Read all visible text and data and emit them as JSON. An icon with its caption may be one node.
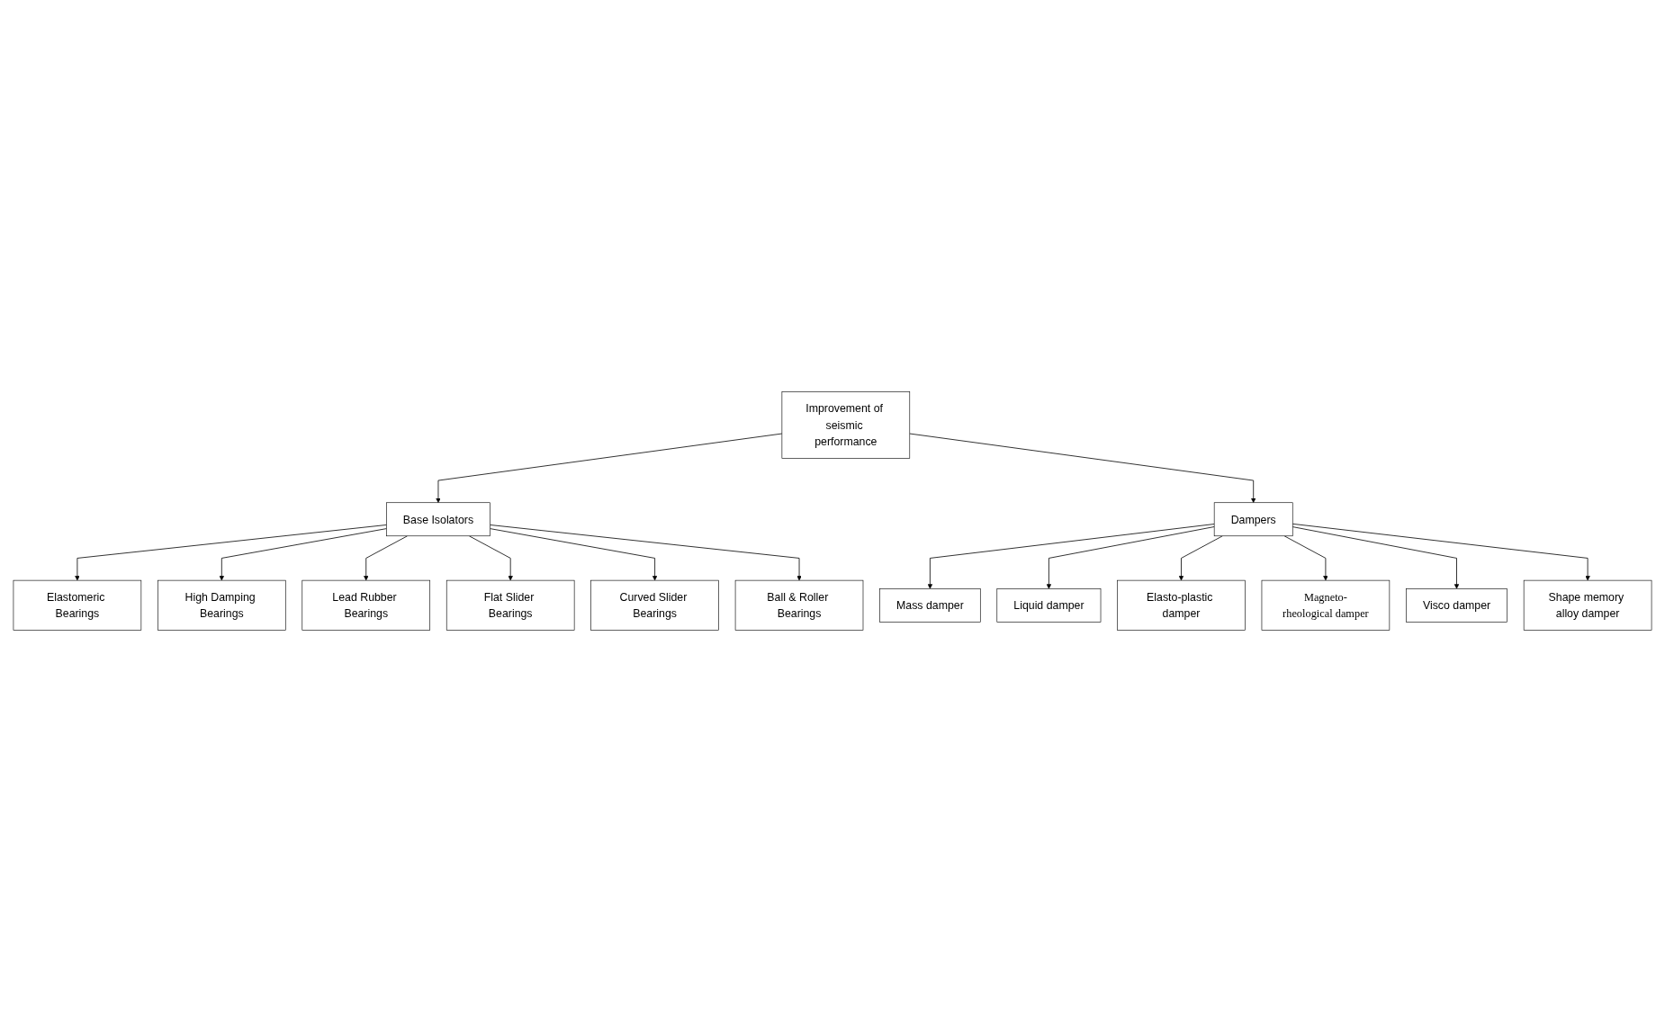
{
  "diagram": {
    "nodes": [
      {
        "text": [
          "Improvement of seismic performance"
        ]
      },
      {
        "text": [
          "Base Isolators"
        ]
      },
      {
        "text": [
          "Dampers"
        ]
      },
      {
        "text": [
          "Mass damper"
        ]
      },
      {
        "text": [
          "Liquid damper"
        ]
      },
      {
        "text": [
          "Elasto-plastic damper"
        ]
      },
      {
        "text": [
          "Magneto-rheological damper"
        ]
      },
      {
        "text": [
          "Visco damper"
        ]
      },
      {
        "text": [
          "Shape memory alloy damper"
        ]
      },
      {
        "text": [
          "Elastomeric Bearings"
        ]
      },
      {
        "text": [
          "High Damping Bearings"
        ]
      },
      {
        "text": [
          "Lead Rubber Bearings"
        ]
      },
      {
        "text": [
          "Flat Slider Bearings"
        ]
      },
      {
        "text": [
          "Curved Slider Bearings"
        ]
      },
      {
        "text": [
          "Ball & Roller Bearings"
        ]
      }
    ],
    "edges": [
      {
        "from": 0,
        "to": 1,
        "arrow": "to"
      },
      {
        "from": 0,
        "to": 2,
        "arrow": "to"
      },
      {
        "from": 2,
        "to": 3,
        "arrow": "to"
      },
      {
        "from": 2,
        "to": 4,
        "arrow": "to"
      },
      {
        "from": 2,
        "to": 5,
        "arrow": "to"
      },
      {
        "from": 2,
        "to": 6,
        "arrow": "to"
      },
      {
        "from": 2,
        "to": 7,
        "arrow": "to"
      },
      {
        "from": 2,
        "to": 8,
        "arrow": "to"
      },
      {
        "from": 1,
        "to": 9,
        "arrow": "to"
      },
      {
        "from": 1,
        "to": 10,
        "arrow": "to"
      },
      {
        "from": 1,
        "to": 11,
        "arrow": "to"
      },
      {
        "from": 1,
        "to": 12,
        "arrow": "to"
      },
      {
        "from": 1,
        "to": 13,
        "arrow": "to"
      },
      {
        "from": 1,
        "to": 14,
        "arrow": "to"
      }
    ]
  }
}
